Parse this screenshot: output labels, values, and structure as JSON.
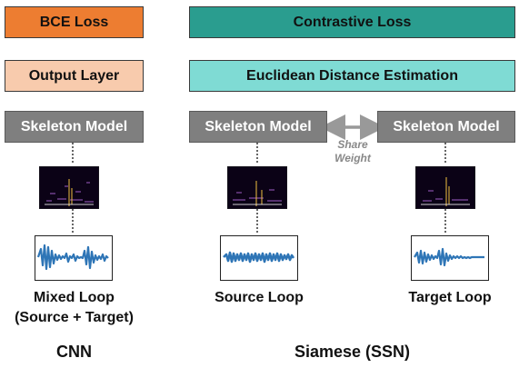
{
  "cnn": {
    "loss": "BCE Loss",
    "output_layer": "Output Layer",
    "skeleton": "Skeleton Model",
    "input_line1": "Mixed Loop",
    "input_line2": "(Source + Target)",
    "caption": "CNN"
  },
  "siamese": {
    "loss": "Contrastive Loss",
    "distance": "Euclidean Distance Estimation",
    "skeleton_left": "Skeleton Model",
    "skeleton_right": "Skeleton Model",
    "share_line1": "Share",
    "share_line2": "Weight",
    "source_label": "Source Loop",
    "target_label": "Target Loop",
    "caption": "Siamese (SSN)"
  },
  "colors": {
    "bce": "#ed7d31",
    "output_layer": "#f8cbad",
    "skeleton": "#7f7f7f",
    "contrastive": "#2a9d8f",
    "distance": "#7fdbd4",
    "waveform": "#2e75b6",
    "spectrogram_bg": "#0b0216",
    "share_arrow": "#999999"
  },
  "icons": {
    "spectrogram": "spectrogram-image",
    "waveform": "waveform-image"
  }
}
